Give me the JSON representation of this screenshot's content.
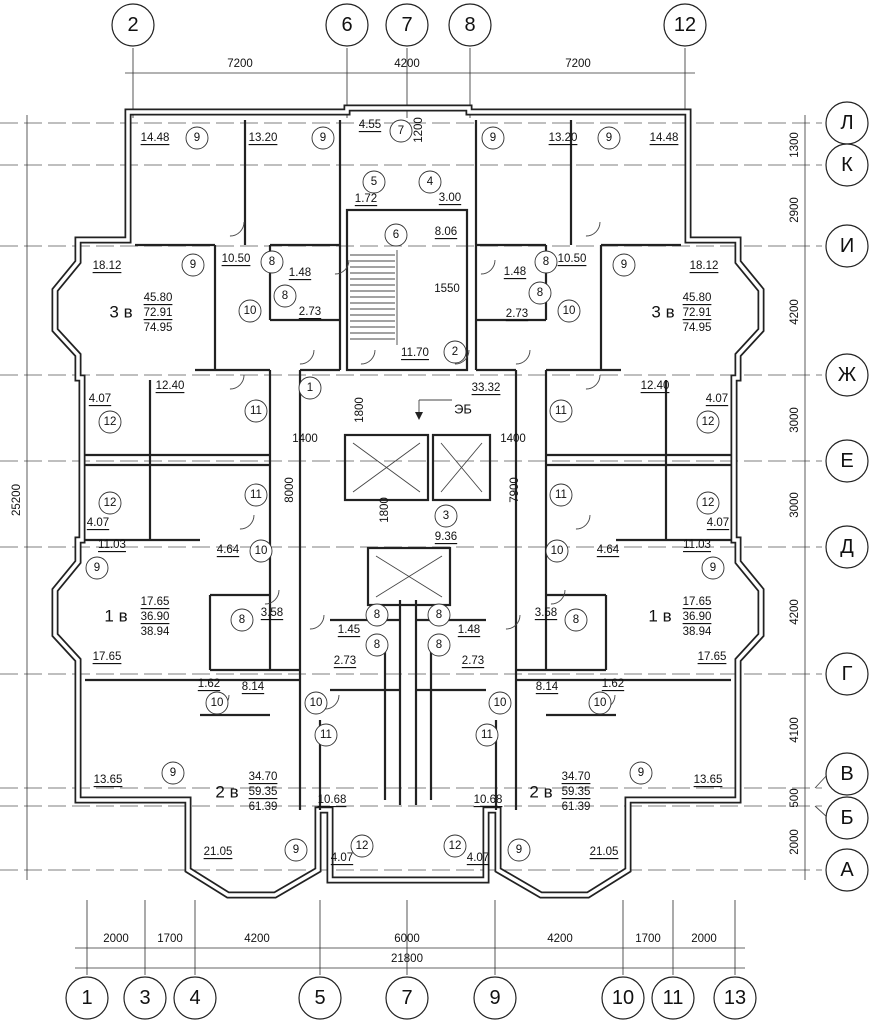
{
  "title_mark": "ЭБ",
  "axes_top": [
    "2",
    "6",
    "7",
    "8",
    "12"
  ],
  "axes_bottom": [
    "1",
    "3",
    "4",
    "5",
    "7",
    "9",
    "10",
    "11",
    "13"
  ],
  "axes_right": [
    "Л",
    "К",
    "И",
    "Ж",
    "Е",
    "Д",
    "Г",
    "В",
    "Б",
    "А"
  ],
  "dims_top": [
    "7200",
    "4200",
    "7200"
  ],
  "dims_right": [
    "1300",
    "2900",
    "4200",
    "3000",
    "3000",
    "4200",
    "4100",
    "500",
    "2000"
  ],
  "dim_left_total": "25200",
  "dims_bottom": [
    "2000",
    "1700",
    "4200",
    "6000",
    "4200",
    "1700",
    "2000"
  ],
  "dim_bottom_total": "21800",
  "inner_dims": [
    "1200",
    "1550",
    "1800",
    "1400",
    "1400",
    "8000",
    "7900",
    "1800"
  ],
  "room_labels": [
    "14.48",
    "9",
    "13.20",
    "9",
    "4.55",
    "7",
    "5",
    "1.72",
    "4",
    "3.00",
    "6",
    "8.06",
    "18.12",
    "9",
    "10.50",
    "8",
    "1.48",
    "8",
    "2.73",
    "3 в",
    "45.80",
    "72.91",
    "74.95",
    "10",
    "11.70",
    "2",
    "12.40",
    "1",
    "11",
    "33.32",
    "4.07",
    "12",
    "12",
    "4.07",
    "11",
    "3",
    "9.36",
    "11.03",
    "4.64",
    "10",
    "9",
    "1 в",
    "17.65",
    "36.90",
    "38.94",
    "8",
    "3.58",
    "1.45",
    "8",
    "8",
    "2.73",
    "17.65",
    "1.62",
    "8.14",
    "10",
    "10",
    "11",
    "2 в",
    "34.70",
    "59.35",
    "61.39",
    "13.65",
    "9",
    "10.68",
    "12",
    "4.07",
    "21.05",
    "9",
    "9",
    "13.20",
    "9",
    "14.48",
    "9",
    "18.12",
    "10.50",
    "1.48",
    "8",
    "8",
    "2.73",
    "10",
    "3 в",
    "45.80",
    "72.91",
    "74.95",
    "12.40",
    "4.07",
    "12",
    "11",
    "11",
    "12",
    "4.07",
    "11.03",
    "4.64",
    "10",
    "9",
    "1 в",
    "17.65",
    "36.90",
    "38.94",
    "3.58",
    "8",
    "8",
    "1.48",
    "8",
    "2.73",
    "17.65",
    "1.62",
    "8.14",
    "10",
    "10",
    "11",
    "2 в",
    "34.70",
    "59.35",
    "61.39",
    "13.65",
    "9",
    "10.68",
    "12",
    "4.07",
    "21.05",
    "9"
  ]
}
